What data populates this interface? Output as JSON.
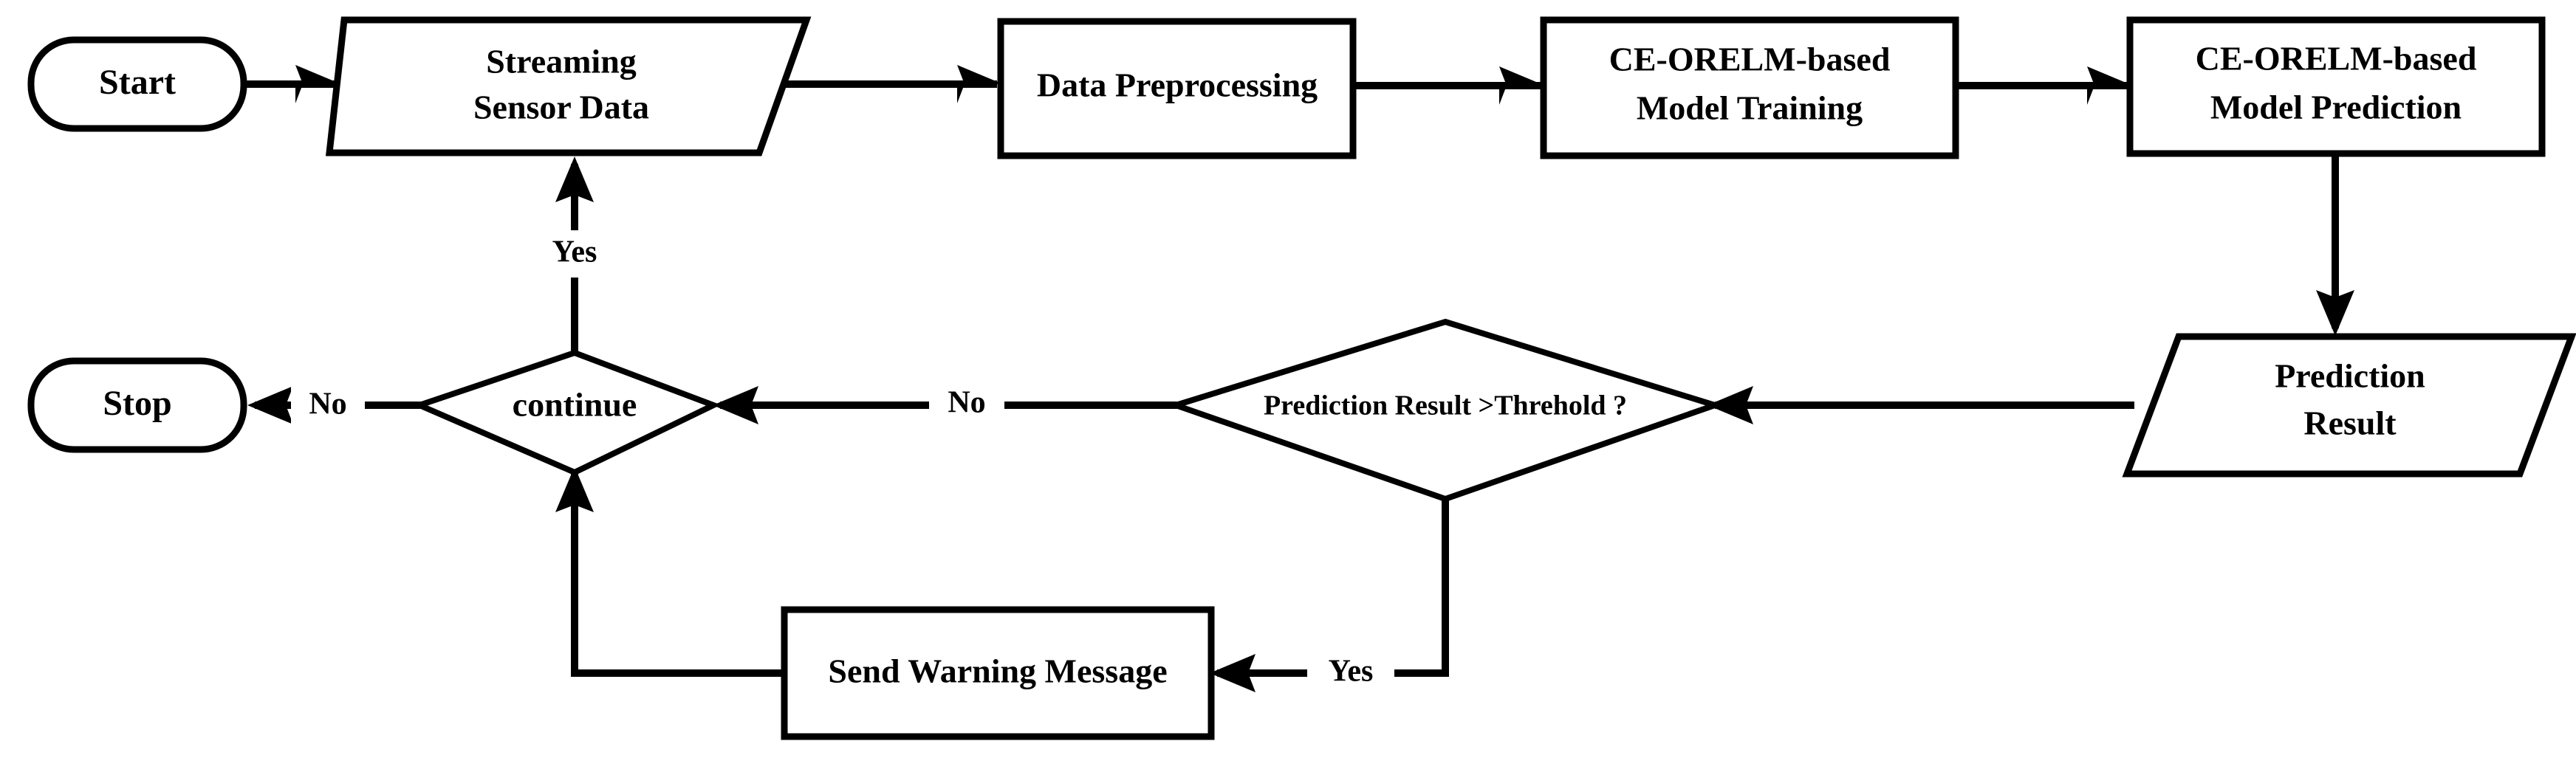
{
  "diagram": {
    "title": "CE-ORELM streaming anomaly prediction flowchart",
    "background_color": "#ffffff",
    "stroke_color": "#000000",
    "nodes": [
      {
        "id": "start",
        "shape": "terminator",
        "label": "Start"
      },
      {
        "id": "streaming_data",
        "shape": "parallelogram",
        "label_line1": "Streaming",
        "label_line2": "Sensor Data"
      },
      {
        "id": "preprocessing",
        "shape": "process",
        "label": "Data Preprocessing"
      },
      {
        "id": "model_training",
        "shape": "process",
        "label_line1": "CE-ORELM-based",
        "label_line2": "Model Training"
      },
      {
        "id": "model_prediction",
        "shape": "process",
        "label_line1": "CE-ORELM-based",
        "label_line2": "Model Prediction"
      },
      {
        "id": "prediction_result",
        "shape": "parallelogram",
        "label_line1": "Prediction",
        "label_line2": "Result"
      },
      {
        "id": "threshold_check",
        "shape": "decision",
        "label": "Prediction Result >Threhold ?"
      },
      {
        "id": "send_warning",
        "shape": "process",
        "label": "Send Warning Message"
      },
      {
        "id": "continue_check",
        "shape": "decision",
        "label": "continue"
      },
      {
        "id": "stop",
        "shape": "terminator",
        "label": "Stop"
      }
    ],
    "edge_labels": {
      "continue_yes": "Yes",
      "continue_no": "No",
      "threshold_no": "No",
      "threshold_yes": "Yes"
    }
  }
}
